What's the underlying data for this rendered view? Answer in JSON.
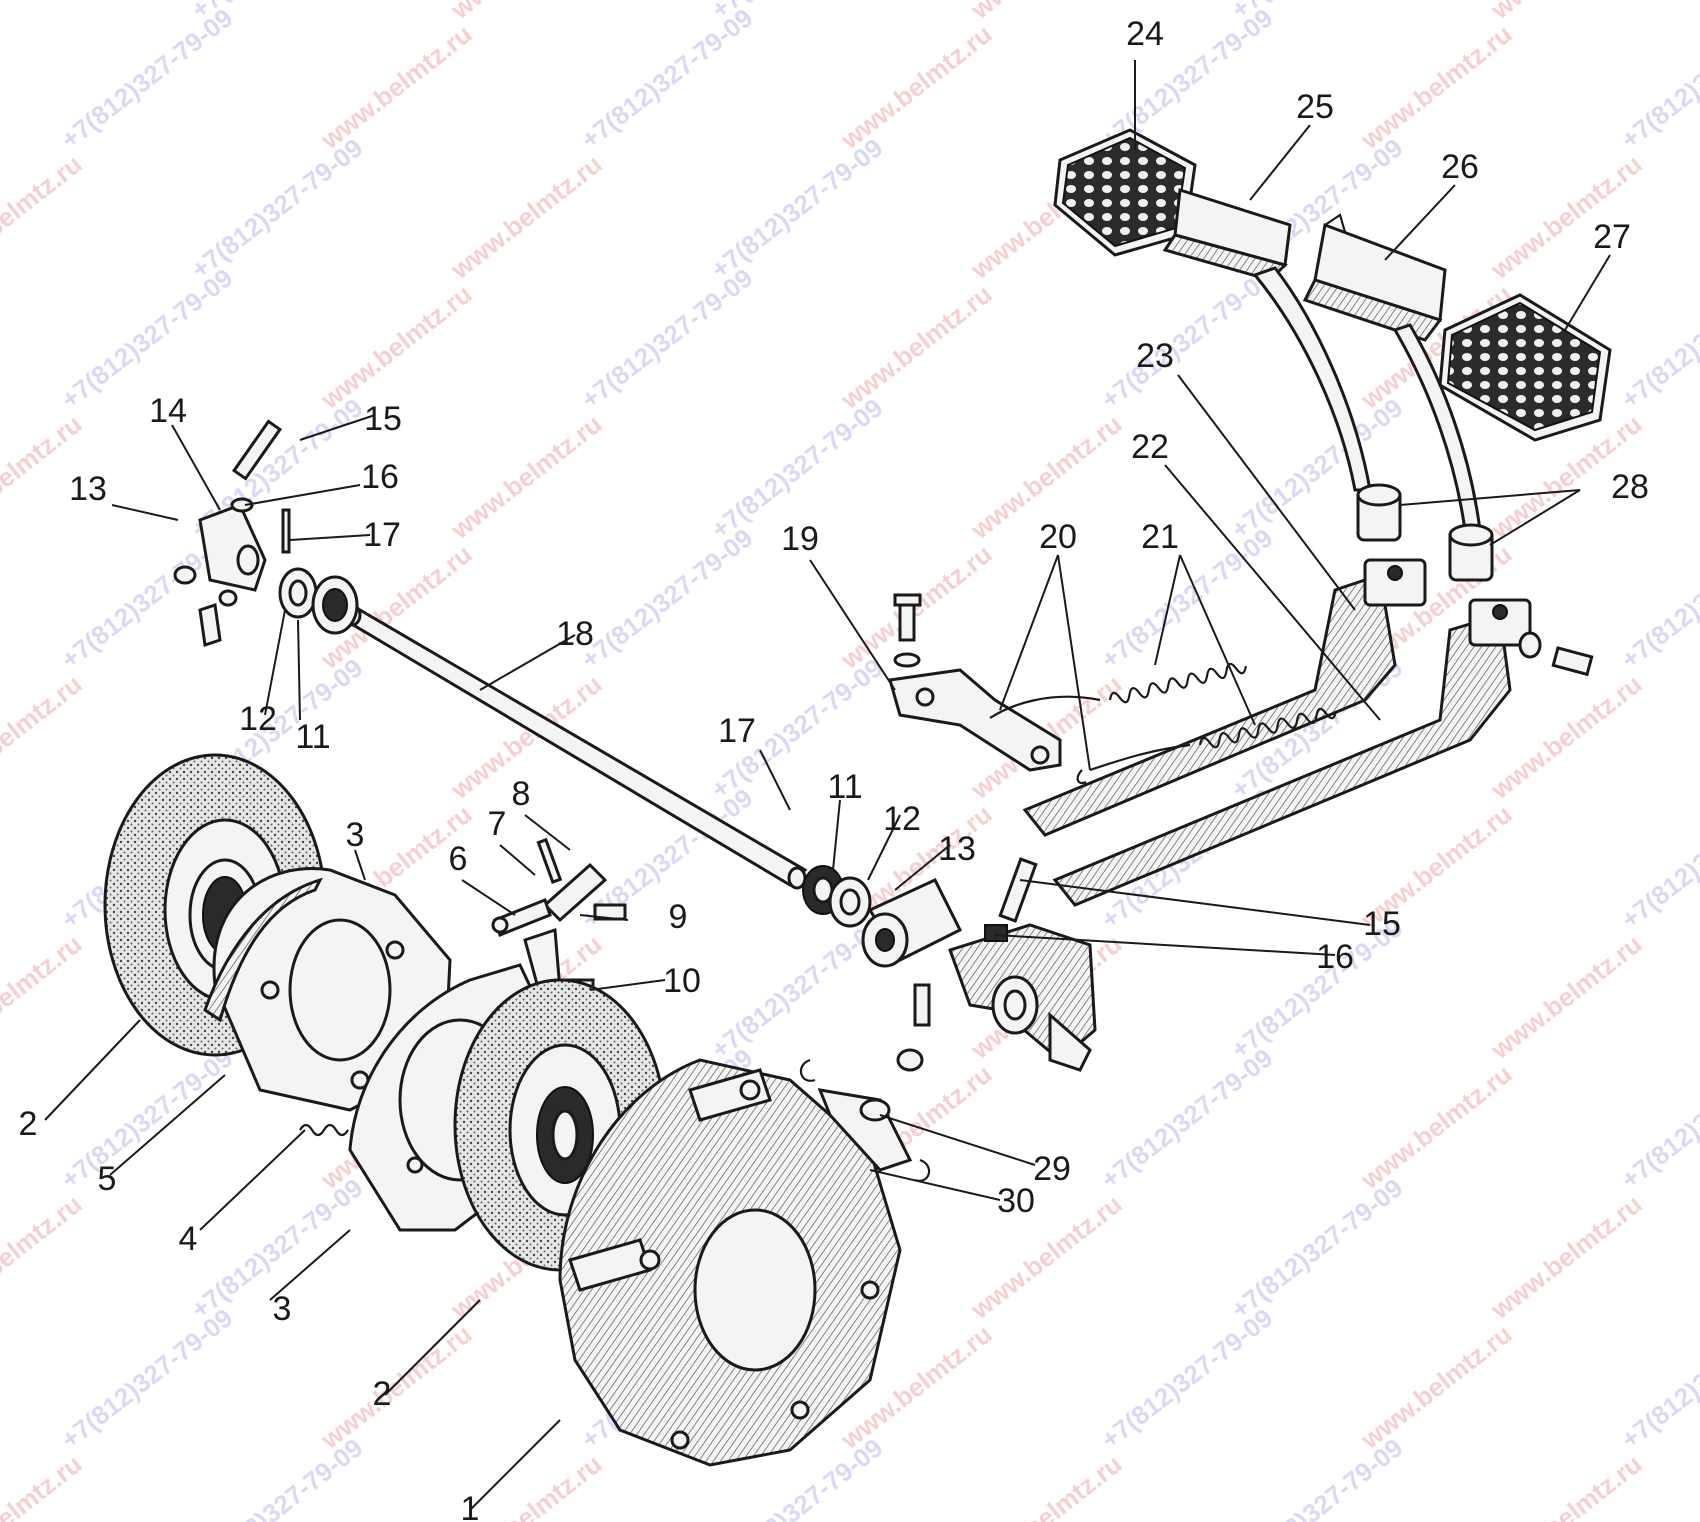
{
  "labels": [
    "1",
    "2",
    "3",
    "4",
    "5",
    "6",
    "7",
    "8",
    "9",
    "10",
    "11",
    "12",
    "13",
    "14",
    "15",
    "16",
    "17",
    "18",
    "19",
    "20",
    "21",
    "22",
    "23",
    "24",
    "25",
    "26",
    "27",
    "28",
    "29",
    "30"
  ],
  "watermarks": {
    "site": "www.belmtz.ru",
    "phone": "+7(812)327-79-09"
  },
  "colors": {
    "line": "#1a1a1a",
    "watermark_site": "#e77c7c",
    "watermark_phone": "#8f8fe6"
  }
}
